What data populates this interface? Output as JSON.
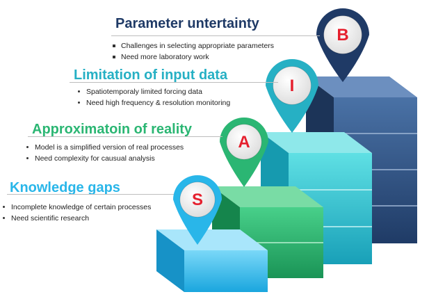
{
  "stages": [
    {
      "letter": "S",
      "title": "Knowledge gaps",
      "color": "#29b6e9",
      "bullets": [
        "Incomplete knowledge of certain processes",
        "Need scientific research"
      ]
    },
    {
      "letter": "A",
      "title": "Approximatoin of reality",
      "color": "#2bb673",
      "bullets": [
        "Model is a simplified version of real processes",
        "Need complexity  for causual analysis"
      ]
    },
    {
      "letter": "I",
      "title": "Limitation of input data",
      "color": "#26b0c4",
      "bullets": [
        "Spatiotemporaly limited forcing data",
        "Need high frequency & resolution monitoring"
      ]
    },
    {
      "letter": "B",
      "title": "Parameter untertainty",
      "color": "#1f3a66",
      "bullets": [
        "Challenges in selecting appropriate parameters",
        "Need more laboratory work"
      ]
    }
  ],
  "colors": {
    "letter": "#e5202e",
    "pin_inner": "#f4f4f4",
    "stair_blue": "#3ec4ee",
    "stair_green": "#2fb872",
    "stair_teal": "#3ecbd3",
    "stair_navy": "#3a5f8f"
  }
}
